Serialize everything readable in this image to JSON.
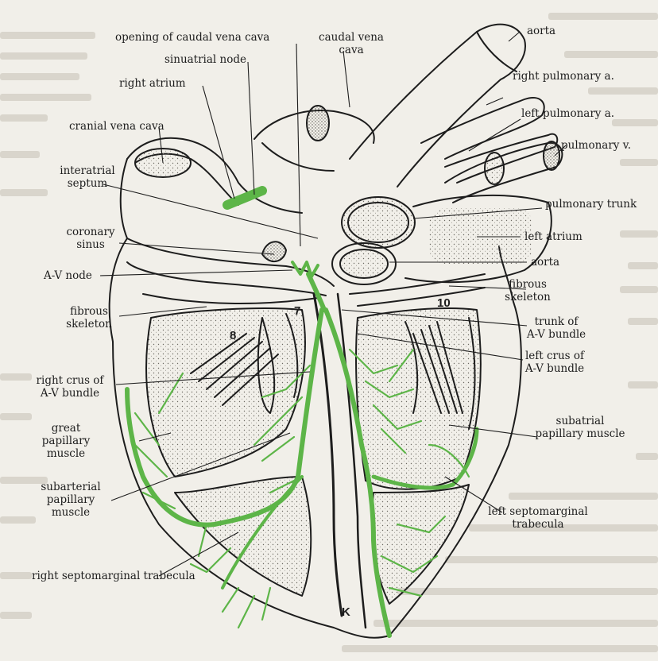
{
  "labels": {
    "opening_caudal_vena_cava": "opening of caudal vena cava",
    "caudal_vena_cava_1": "caudal vena",
    "caudal_vena_cava_2": "cava",
    "aorta_top": "aorta",
    "sinuatrial_node": "sinuatrial node",
    "right_atrium": "right atrium",
    "right_pulmonary_a": "right pulmonary a.",
    "left_pulmonary_a": "left pulmonary a.",
    "cranial_vena_cava": "cranial vena cava",
    "pulmonary_v": "pulmonary v.",
    "interatrial_septum_1": "interatrial",
    "interatrial_septum_2": "septum",
    "pulmonary_trunk": "pulmonary trunk",
    "coronary_sinus_1": "coronary",
    "coronary_sinus_2": "sinus",
    "left_atrium": "left atrium",
    "aorta_mid": "aorta",
    "av_node": "A-V node",
    "fibrous_skeleton_right_1": "fibrous",
    "fibrous_skeleton_right_2": "skeleton",
    "fibrous_skeleton_left_1": "fibrous",
    "fibrous_skeleton_left_2": "skeleton",
    "trunk_av_bundle_1": "trunk of",
    "trunk_av_bundle_2": "A-V bundle",
    "left_crus_1": "left crus of",
    "left_crus_2": "A-V bundle",
    "right_crus_1": "right crus of",
    "right_crus_2": "A-V bundle",
    "great_papillary_1": "great",
    "great_papillary_2": "papillary",
    "great_papillary_3": "muscle",
    "subatrial_papillary_1": "subatrial",
    "subatrial_papillary_2": "papillary muscle",
    "subarterial_papillary_1": "subarterial",
    "subarterial_papillary_2": "papillary",
    "subarterial_papillary_3": "muscle",
    "left_septomarginal_1": "left septomarginal",
    "left_septomarginal_2": "trabecula",
    "right_septomarginal": "right septomarginal trabecula"
  },
  "numbers": {
    "n7": "7",
    "n8": "8",
    "n10": "10",
    "k": "K"
  },
  "colors": {
    "conduction": "#5db548",
    "ink": "#1d1d1d",
    "paper": "#f1efe9",
    "shade": "#9a978f"
  }
}
